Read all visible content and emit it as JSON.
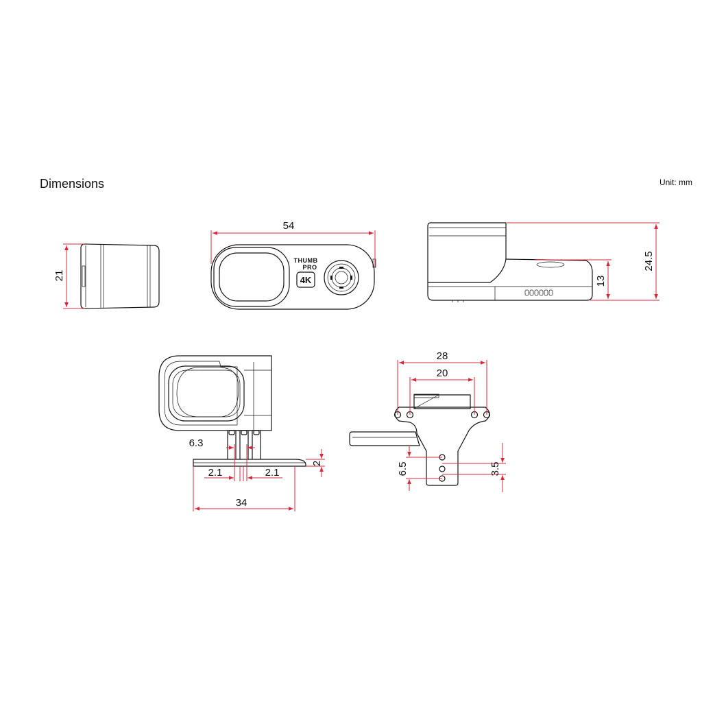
{
  "header": {
    "title": "Dimensions",
    "unit": "Unit: mm"
  },
  "camera": {
    "brand_line1": "THUMB",
    "brand_line2": "PRO",
    "badge": "4K"
  },
  "dimensions": {
    "side_height": "21",
    "front_width": "54",
    "top_total_height": "24.5",
    "top_body_height": "13",
    "mount_hole_outer": "28",
    "mount_hole_inner": "20",
    "bracket_thickness": "2",
    "hinge_width": "6.3",
    "hinge_left_offset": "2.1",
    "hinge_right_offset": "2.1",
    "base_width": "34",
    "stem_height": "6.5",
    "stem_hole_pitch": "3.5"
  },
  "colors": {
    "dimension_lines": "#d6283a",
    "outline": "#111111"
  }
}
